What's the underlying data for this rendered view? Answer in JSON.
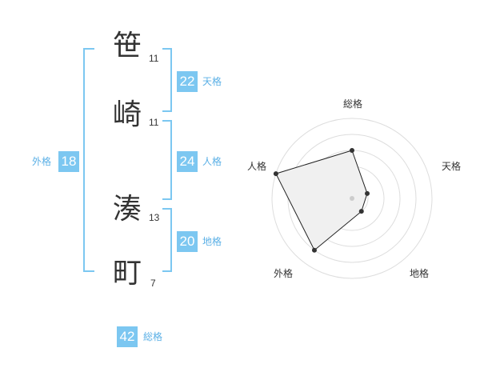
{
  "name": {
    "characters": [
      {
        "char": "笹",
        "strokes": "11"
      },
      {
        "char": "崎",
        "strokes": "11"
      },
      {
        "char": "湊",
        "strokes": "13"
      },
      {
        "char": "町",
        "strokes": "7"
      }
    ]
  },
  "fortunes": {
    "tenkaku": {
      "value": "22",
      "label": "天格"
    },
    "jinkaku": {
      "value": "24",
      "label": "人格"
    },
    "chikaku": {
      "value": "20",
      "label": "地格"
    },
    "gaikaku": {
      "value": "18",
      "label": "外格"
    },
    "soukaku": {
      "value": "42",
      "label": "総格"
    }
  },
  "radar": {
    "axes": [
      "総格",
      "天格",
      "地格",
      "外格",
      "人格"
    ],
    "levels": 5,
    "values": [
      3,
      1,
      1,
      4,
      5
    ],
    "colors": {
      "grid": "#dddddd",
      "fill": "#f0f0f0",
      "line": "#222222",
      "point": "#333333",
      "center": "#cccccc"
    }
  }
}
